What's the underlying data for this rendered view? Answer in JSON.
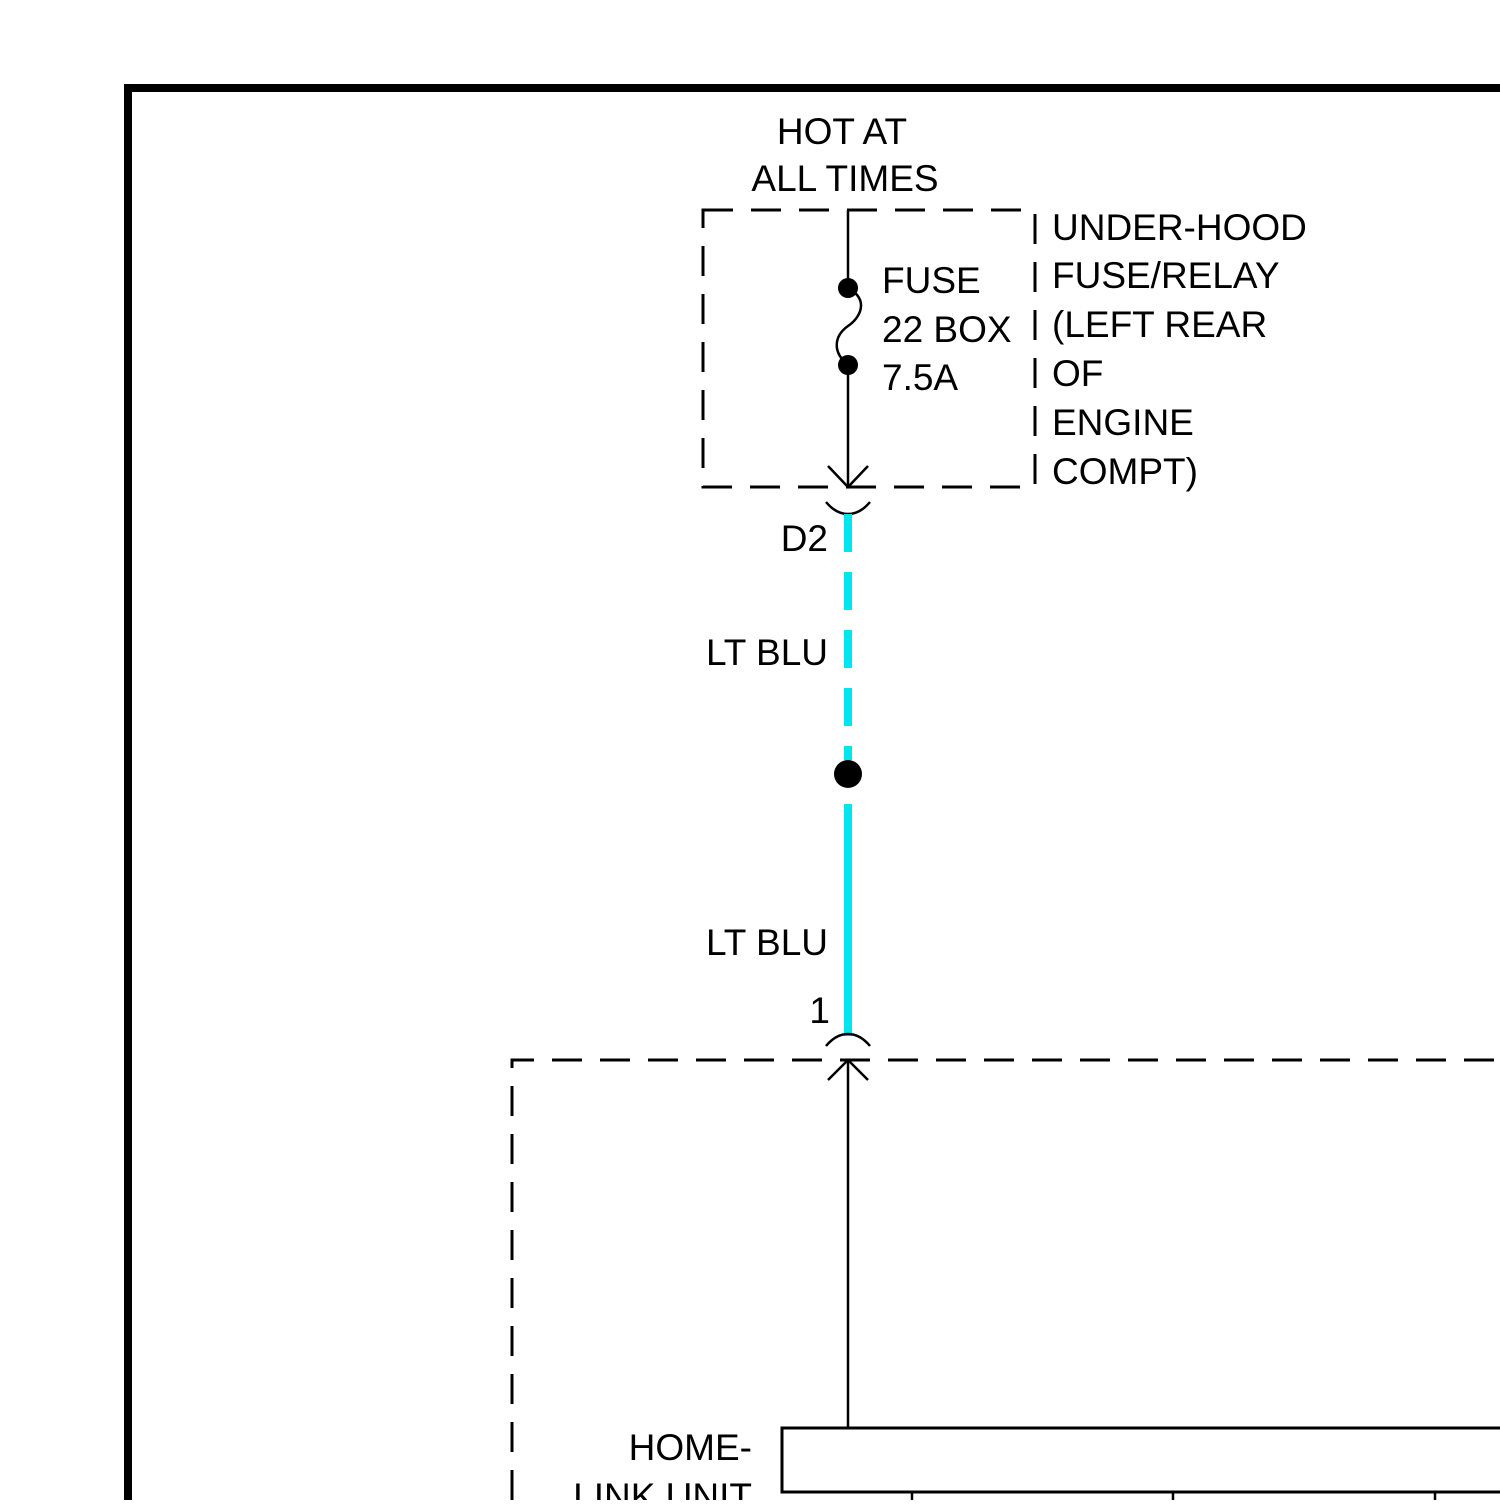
{
  "supply": {
    "line1": "HOT AT",
    "line2": "ALL TIMES"
  },
  "fuse": {
    "name_label": "FUSE",
    "number": "22 BOX",
    "rating": "7.5A"
  },
  "fuse_box": {
    "lines": [
      "UNDER-HOOD",
      "FUSE/RELAY",
      "(LEFT REAR",
      "OF",
      "ENGINE",
      "COMPT)"
    ]
  },
  "connector_top": {
    "pin": "D2"
  },
  "wires": {
    "upper_color": "LT BLU",
    "lower_color": "LT BLU",
    "wire_hex": "#00e5ee"
  },
  "connector_bottom": {
    "pin": "1"
  },
  "component": {
    "line1": "HOME-",
    "line2": "LINK UNIT"
  }
}
